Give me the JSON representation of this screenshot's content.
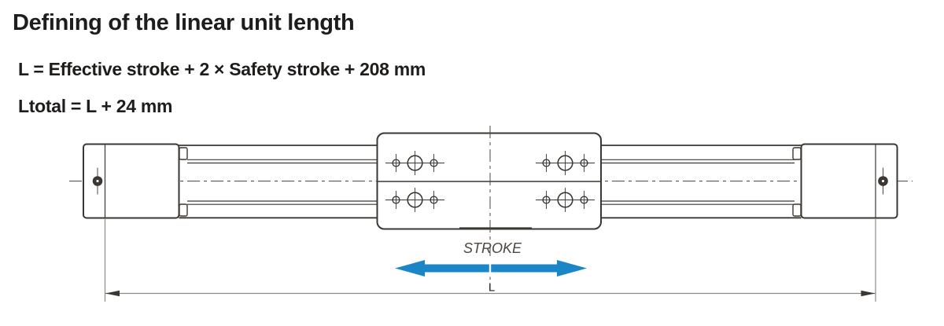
{
  "title": "Defining of the linear unit length",
  "formulas": {
    "length": "L = Effective stroke + 2 × Safety stroke + 208 mm",
    "total": "Ltotal = L + 24 mm"
  },
  "diagram": {
    "stroke_label": "STROKE",
    "dimension_label": "L"
  },
  "colors": {
    "line": "#3b3733",
    "centerline": "#4c4742",
    "dim": "#8f8a85",
    "arrow": "#1b86c7",
    "text": "#1f1d1b"
  }
}
